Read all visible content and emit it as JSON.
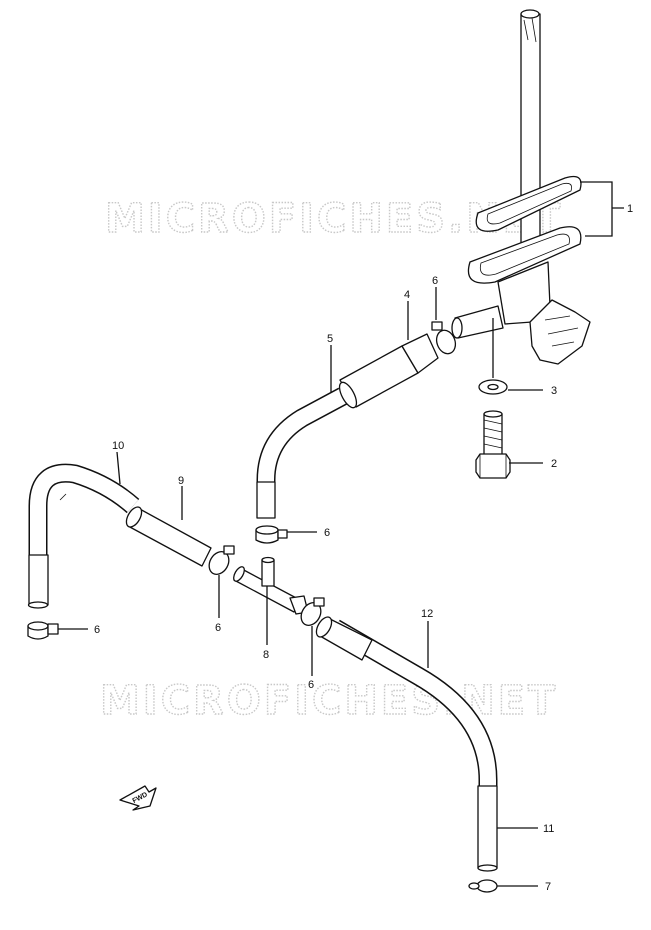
{
  "watermark": {
    "top_text": "MICROFICHES.NET",
    "bottom_text": "MICROFICHES.NET",
    "color": "#c8c8c8"
  },
  "direction_badge": {
    "label": "FWD",
    "icon": "forward-arrow-icon"
  },
  "callouts": [
    {
      "id": "c1",
      "label": "1"
    },
    {
      "id": "c2",
      "label": "2"
    },
    {
      "id": "c3",
      "label": "3"
    },
    {
      "id": "c4",
      "label": "4"
    },
    {
      "id": "c5",
      "label": "5"
    },
    {
      "id": "c6a",
      "label": "6"
    },
    {
      "id": "c6b",
      "label": "6"
    },
    {
      "id": "c6c",
      "label": "6"
    },
    {
      "id": "c6d",
      "label": "6"
    },
    {
      "id": "c6e",
      "label": "6"
    },
    {
      "id": "c7",
      "label": "7"
    },
    {
      "id": "c8",
      "label": "8"
    },
    {
      "id": "c9",
      "label": "9"
    },
    {
      "id": "c10",
      "label": "10"
    },
    {
      "id": "c11",
      "label": "11"
    },
    {
      "id": "c12",
      "label": "12"
    }
  ],
  "colors": {
    "line": "#111111",
    "background": "#ffffff"
  }
}
